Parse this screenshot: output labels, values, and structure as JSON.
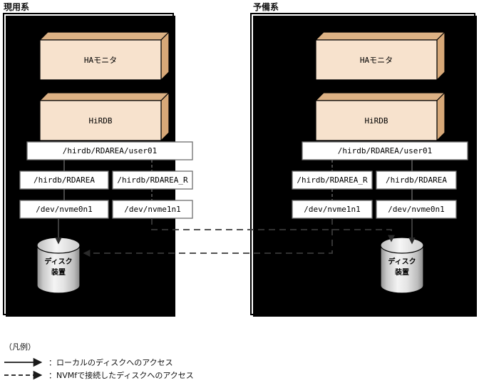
{
  "systems": [
    {
      "id": "active",
      "label": "現用系",
      "components": [
        {
          "name": "ha-monitor",
          "label": "HAモニタ"
        },
        {
          "name": "hirdb",
          "label": "HiRDB"
        }
      ],
      "rdarea_root": "/hirdb/RDAREA/user01",
      "branches": [
        {
          "path": "/hirdb/RDAREA",
          "device": "/dev/nvme0n1",
          "access": "local"
        },
        {
          "path": "/hirdb/RDAREA_R",
          "device": "/dev/nvme1n1",
          "access": "nvmf"
        }
      ],
      "disk": {
        "line1": "ディスク",
        "line2": "装置"
      }
    },
    {
      "id": "standby",
      "label": "予備系",
      "components": [
        {
          "name": "ha-monitor",
          "label": "HAモニタ"
        },
        {
          "name": "hirdb",
          "label": "HiRDB"
        }
      ],
      "rdarea_root": "/hirdb/RDAREA/user01",
      "branches": [
        {
          "path": "/hirdb/RDAREA_R",
          "device": "/dev/nvme1n1",
          "access": "nvmf"
        },
        {
          "path": "/hirdb/RDAREA",
          "device": "/dev/nvme0n1",
          "access": "local"
        }
      ],
      "disk": {
        "line1": "ディスク",
        "line2": "装置"
      }
    }
  ],
  "legend": {
    "title": "（凡例）",
    "entries": [
      {
        "style": "solid",
        "label": "：ローカルのディスクへのアクセス"
      },
      {
        "style": "dashed",
        "label": "：NVMfで接続したディスクへのアクセス"
      }
    ]
  },
  "colors": {
    "box_face": "#f7e2cd",
    "box_top": "#dcb184",
    "box_side": "#d7a878",
    "frame_stroke": "#000000",
    "flat_box_stroke": "#6e6e6e",
    "cylinder_light": "#f2f2f2",
    "cylinder_dark": "#9a9a9a"
  }
}
